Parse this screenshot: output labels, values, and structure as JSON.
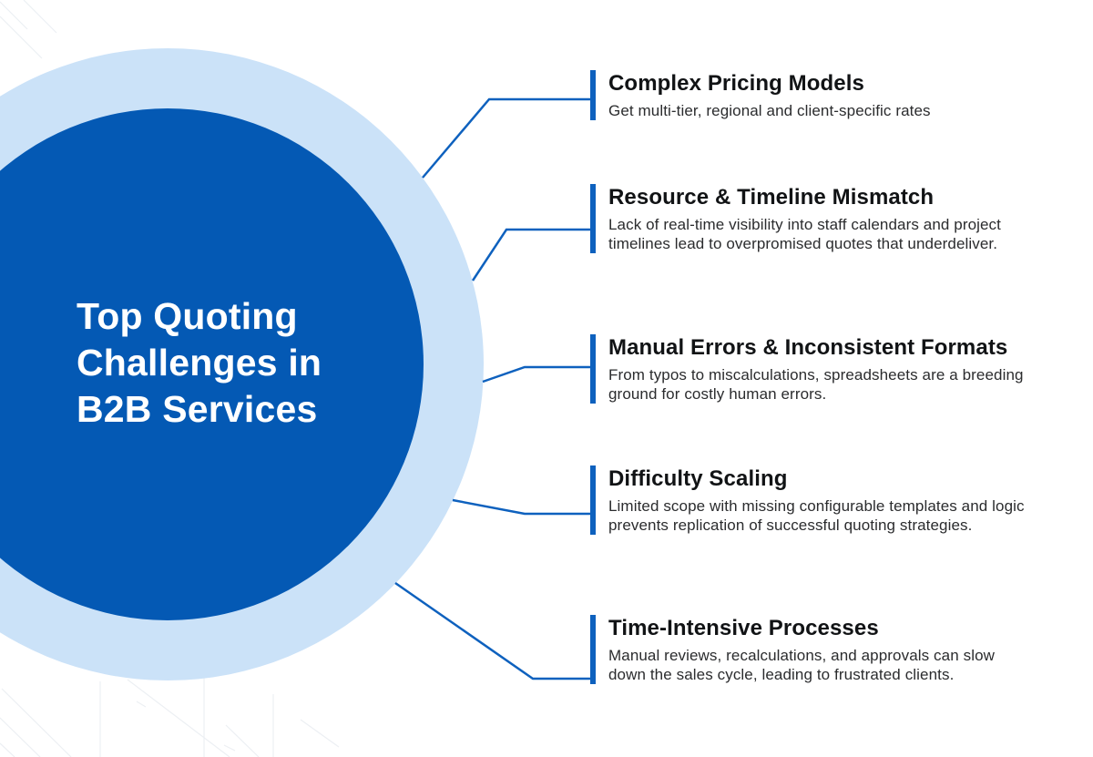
{
  "infographic": {
    "circle": {
      "text": "Top Quoting Challenges in B2B Services",
      "lines": [
        "Top Quoting",
        "Challenges in",
        "B2B Services"
      ]
    },
    "items": [
      {
        "title": "Complex Pricing Models",
        "description": "Get multi-tier, regional and client-specific rates"
      },
      {
        "title": "Resource & Timeline Mismatch",
        "description": "Lack of real-time visibility into staff calendars and project timelines lead to overpromised quotes that underdeliver."
      },
      {
        "title": "Manual Errors & Inconsistent Formats",
        "description": "From typos to miscalculations, spreadsheets are a breeding ground for costly human errors."
      },
      {
        "title": "Difficulty Scaling",
        "description": "Limited scope with missing configurable templates and logic prevents replication of successful quoting strategies."
      },
      {
        "title": "Time-Intensive Processes",
        "description": "Manual reviews, recalculations, and approvals can slow down the sales cycle, leading to frustrated clients."
      }
    ]
  },
  "colors": {
    "bg": "#FFFFFF",
    "ring": "#CBE2F8",
    "circle": "#0459B4",
    "accent": "#0E61BE",
    "title-text": "#FFFFFF",
    "item-title": "#111315",
    "item-desc": "#2B2C2E"
  }
}
